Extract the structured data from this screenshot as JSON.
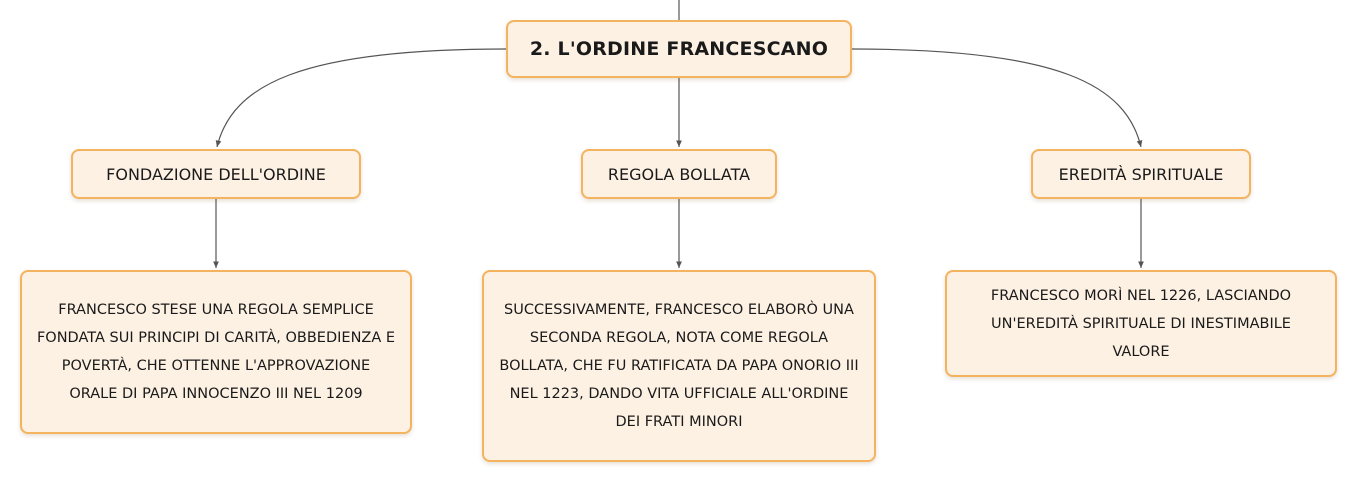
{
  "root": {
    "title": "2. L'ORDINE FRANCESCANO"
  },
  "topics": [
    {
      "label": "FONDAZIONE DELL'ORDINE",
      "detail": "FRANCESCO STESE UNA REGOLA SEMPLICE FONDATA SUI PRINCIPI DI CARITÀ, OBBEDIENZA E POVERTÀ, CHE OTTENNE L'APPROVAZIONE ORALE DI PAPA INNOCENZO III NEL 1209"
    },
    {
      "label": "REGOLA BOLLATA",
      "detail": "SUCCESSIVAMENTE, FRANCESCO ELABORÒ UNA SECONDA REGOLA, NOTA COME REGOLA BOLLATA, CHE FU RATIFICATA DA PAPA ONORIO III NEL 1223, DANDO VITA UFFICIALE ALL'ORDINE DEI FRATI MINORI"
    },
    {
      "label": "EREDITÀ SPIRITUALE",
      "detail": "FRANCESCO MORÌ NEL 1226, LASCIANDO UN'EREDITÀ SPIRITUALE DI INESTIMABILE VALORE"
    }
  ],
  "colors": {
    "node_fill": "#fdf1e4",
    "node_border": "#f3b35f",
    "connector": "#555555"
  }
}
